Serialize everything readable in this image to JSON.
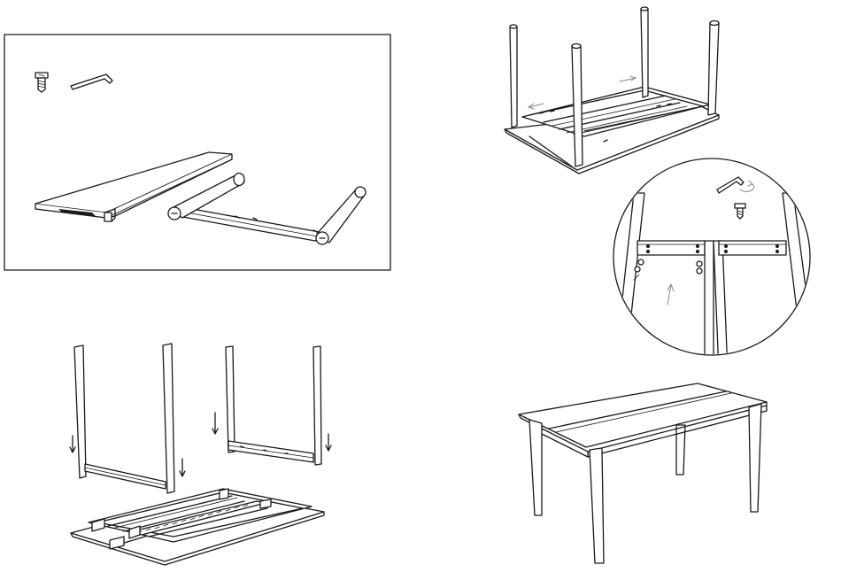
{
  "diagram": {
    "kind": "assembly-instructions",
    "style": "black line art on white",
    "panels": [
      {
        "id": "parts",
        "contents": [
          "screw",
          "allen-key",
          "tabletop-plank",
          "leg-crossbar"
        ]
      },
      {
        "id": "attach-legs",
        "contents": [
          "leg-pair-left",
          "leg-pair-right",
          "inverted-tabletop-frame",
          "down-arrows"
        ]
      },
      {
        "id": "slide-frame",
        "contents": [
          "inverted-table",
          "slide-arrows"
        ]
      },
      {
        "id": "detail-fasten",
        "contents": [
          "zoom-circle",
          "allen-key-rotate",
          "screw",
          "up-arrow"
        ]
      },
      {
        "id": "finished-table",
        "contents": [
          "assembled-table"
        ]
      }
    ]
  }
}
